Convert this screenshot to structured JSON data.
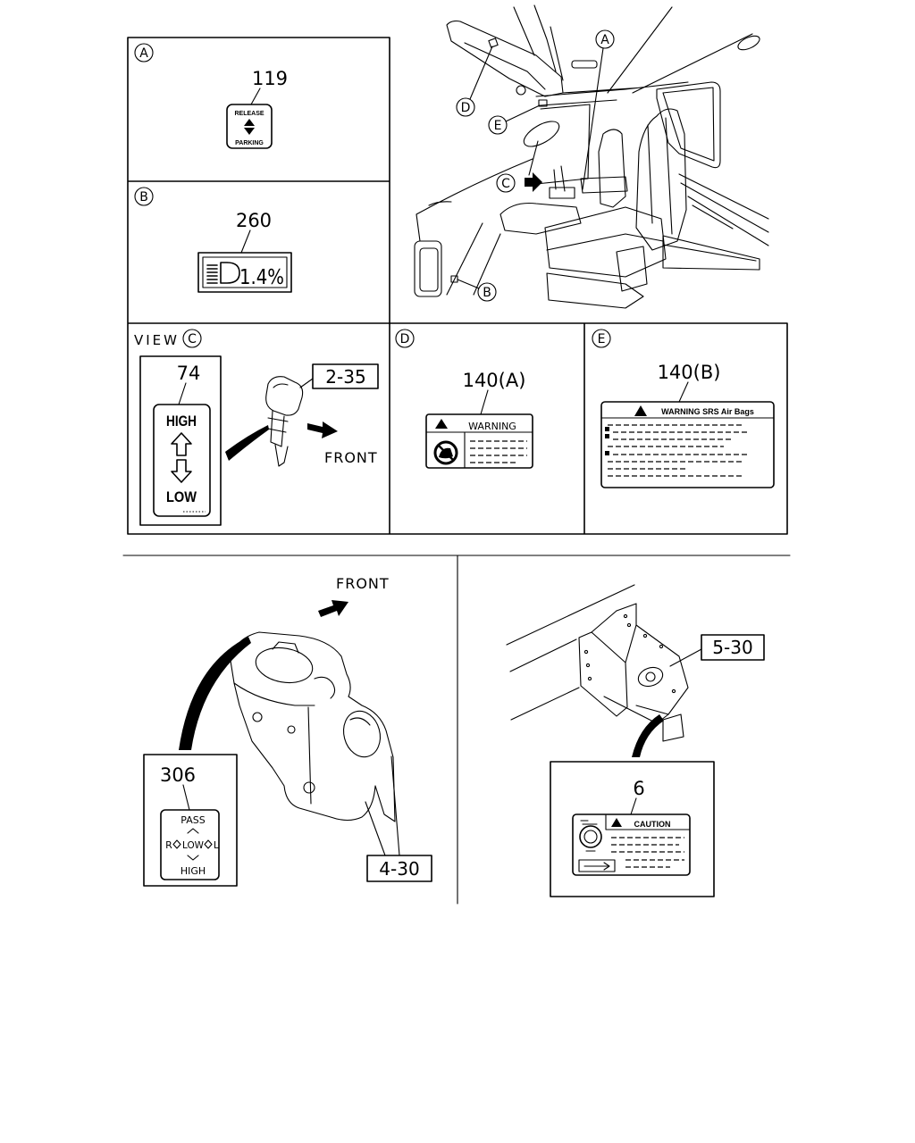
{
  "colors": {
    "line": "#000000",
    "background": "#ffffff"
  },
  "icons": [
    "up-down-triangle-icon",
    "headlight-icon",
    "warning-triangle-icon",
    "no-entry-icon",
    "up-arrow-icon",
    "down-arrow-icon",
    "direction-arrow-icon",
    "knob-icon"
  ],
  "box_a": {
    "tag": "A",
    "part_no": "119",
    "label_top": "RELEASE",
    "label_bottom": "PARKING"
  },
  "box_b": {
    "tag": "B",
    "part_no": "260",
    "label_value": "1.4%"
  },
  "cab_view": {
    "callout_a": "A",
    "callout_d": "D",
    "callout_e": "E",
    "callout_c": "C",
    "callout_b": "B"
  },
  "view_c": {
    "title": "VIEW",
    "tag": "C",
    "part_no": "74",
    "label_high": "HIGH",
    "label_low": "LOW",
    "ref": "2-35",
    "direction": "FRONT"
  },
  "box_d": {
    "tag": "D",
    "part_no": "140(A)",
    "label_header": "WARNING"
  },
  "box_e": {
    "tag": "E",
    "part_no": "140(B)",
    "label_header": "WARNING SRS Air Bags"
  },
  "switch_view": {
    "direction": "FRONT",
    "part_no": "306",
    "label_pass": "PASS",
    "label_r": "R",
    "label_low": "LOW",
    "label_l": "L",
    "label_high": "HIGH",
    "ref": "4-30"
  },
  "frame_view": {
    "ref": "5-30",
    "part_no": "6",
    "label_header": "CAUTION"
  }
}
